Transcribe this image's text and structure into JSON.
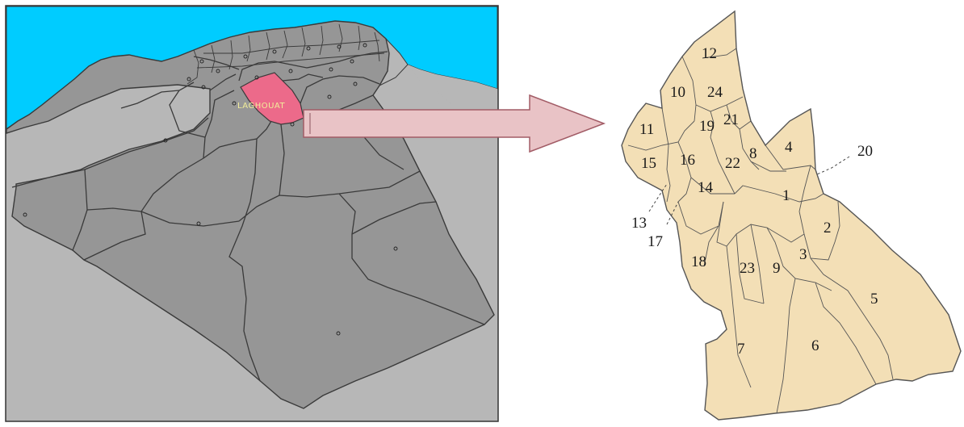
{
  "colors": {
    "sea": "#00ccff",
    "country": "#969696",
    "neighbors": "#b7b7b7",
    "highlight": "#ec6a8a",
    "borders": "#3a3a3a",
    "detail_fill": "#f3dfb6",
    "detail_border": "#555555",
    "arrow_fill": "#e9c3c6",
    "arrow_stroke": "#a25c66"
  },
  "overview_map": {
    "highlighted_province": "LAGHOUAT"
  },
  "arrow": {
    "direction": "right"
  },
  "detail_map": {
    "regions": [
      {
        "id": "1",
        "label": "1"
      },
      {
        "id": "2",
        "label": "2"
      },
      {
        "id": "3",
        "label": "3"
      },
      {
        "id": "4",
        "label": "4"
      },
      {
        "id": "5",
        "label": "5"
      },
      {
        "id": "6",
        "label": "6"
      },
      {
        "id": "7",
        "label": "7"
      },
      {
        "id": "8",
        "label": "8"
      },
      {
        "id": "9",
        "label": "9"
      },
      {
        "id": "10",
        "label": "10"
      },
      {
        "id": "11",
        "label": "11"
      },
      {
        "id": "12",
        "label": "12"
      },
      {
        "id": "13",
        "label": "13"
      },
      {
        "id": "14",
        "label": "14"
      },
      {
        "id": "15",
        "label": "15"
      },
      {
        "id": "16",
        "label": "16"
      },
      {
        "id": "17",
        "label": "17"
      },
      {
        "id": "18",
        "label": "18"
      },
      {
        "id": "19",
        "label": "19"
      },
      {
        "id": "20",
        "label": "20"
      },
      {
        "id": "21",
        "label": "21"
      },
      {
        "id": "22",
        "label": "22"
      },
      {
        "id": "23",
        "label": "23"
      },
      {
        "id": "24",
        "label": "24"
      }
    ]
  }
}
